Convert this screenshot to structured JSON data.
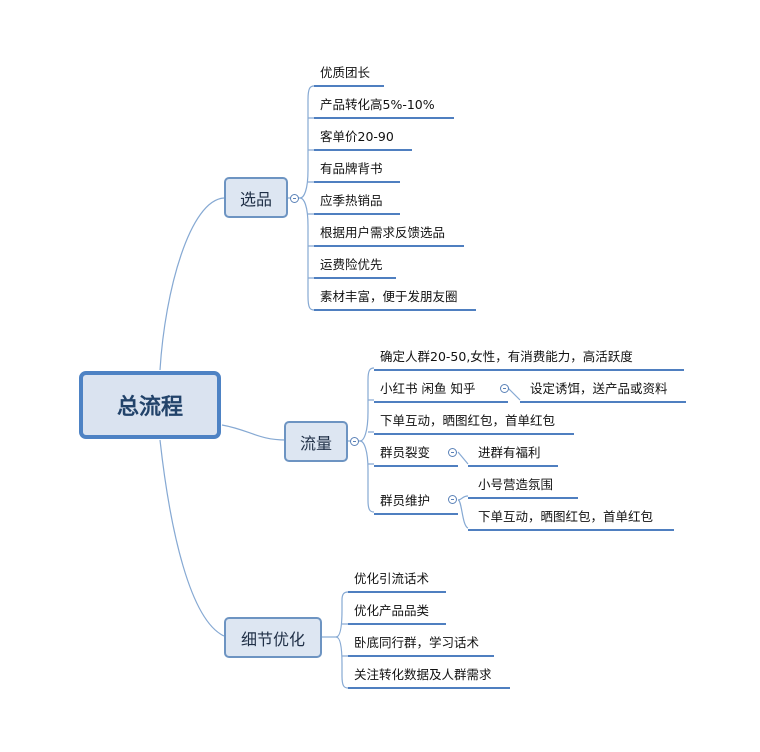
{
  "mindmap": {
    "root": "总流程",
    "branches": [
      {
        "label": "选品",
        "children": [
          "优质团长",
          "产品转化高5%-10%",
          "客单价20-90",
          "有品牌背书",
          "应季热销品",
          "根据用户需求反馈选品",
          "运费险优先",
          "素材丰富，便于发朋友圈"
        ]
      },
      {
        "label": "流量",
        "children": [
          {
            "label": "确定人群20-50,女性，有消费能力，高活跃度"
          },
          {
            "label": "小红书 闲鱼  知乎",
            "children": [
              "设定诱饵，送产品或资料"
            ]
          },
          {
            "label": "下单互动，晒图红包，首单红包"
          },
          {
            "label": "群员裂变",
            "children": [
              "进群有福利"
            ]
          },
          {
            "label": "群员维护",
            "children": [
              "小号营造氛围",
              "下单互动，晒图红包，首单红包"
            ]
          }
        ]
      },
      {
        "label": "细节优化",
        "children": [
          "优化引流话术",
          "优化产品品类",
          "卧底同行群，学习话术",
          "关注转化数据及人群需求"
        ]
      }
    ]
  },
  "colors": {
    "node_fill": "#dde6f2",
    "node_border": "#6d94c2",
    "root_border": "#4d82c4",
    "connector": "#86a9d3",
    "underline": "#4f7fc0"
  }
}
